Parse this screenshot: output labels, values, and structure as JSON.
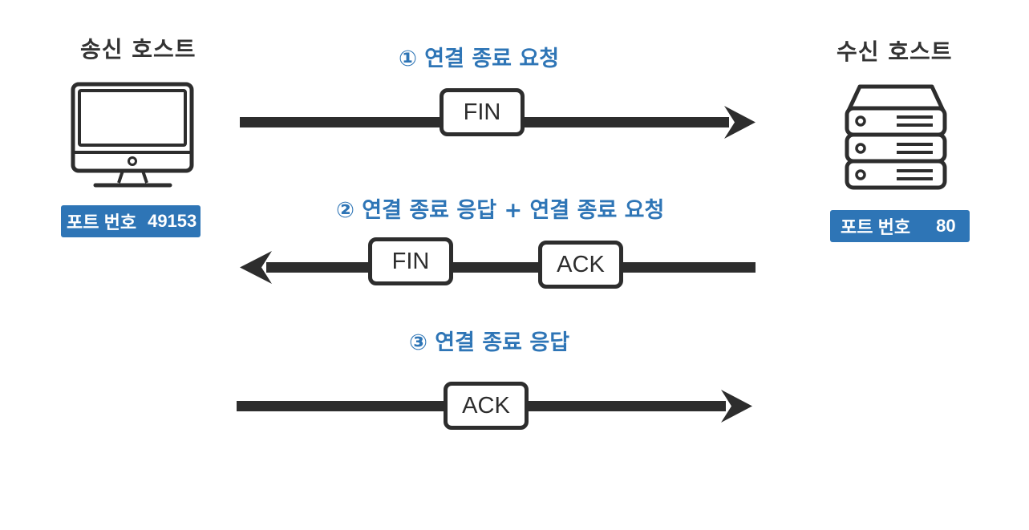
{
  "sender": {
    "title": "송신 호스트",
    "port_label": "포트 번호",
    "port_value": "49153",
    "icon": "desktop-monitor-icon"
  },
  "receiver": {
    "title": "수신 호스트",
    "port_label": "포트 번호",
    "port_value": "80",
    "icon": "server-stack-icon"
  },
  "steps": [
    {
      "title": "① 연결 종료 요청",
      "direction": "right",
      "segments": [
        "FIN"
      ]
    },
    {
      "title": "② 연결 종료 응답 + 연결 종료 요청",
      "direction": "left",
      "segments": [
        "FIN",
        "ACK"
      ]
    },
    {
      "title": "③ 연결 종료 응답",
      "direction": "right",
      "segments": [
        "ACK"
      ]
    }
  ],
  "colors": {
    "accent": "#2e75b6",
    "line": "#2d2d2d",
    "text": "#333333"
  }
}
